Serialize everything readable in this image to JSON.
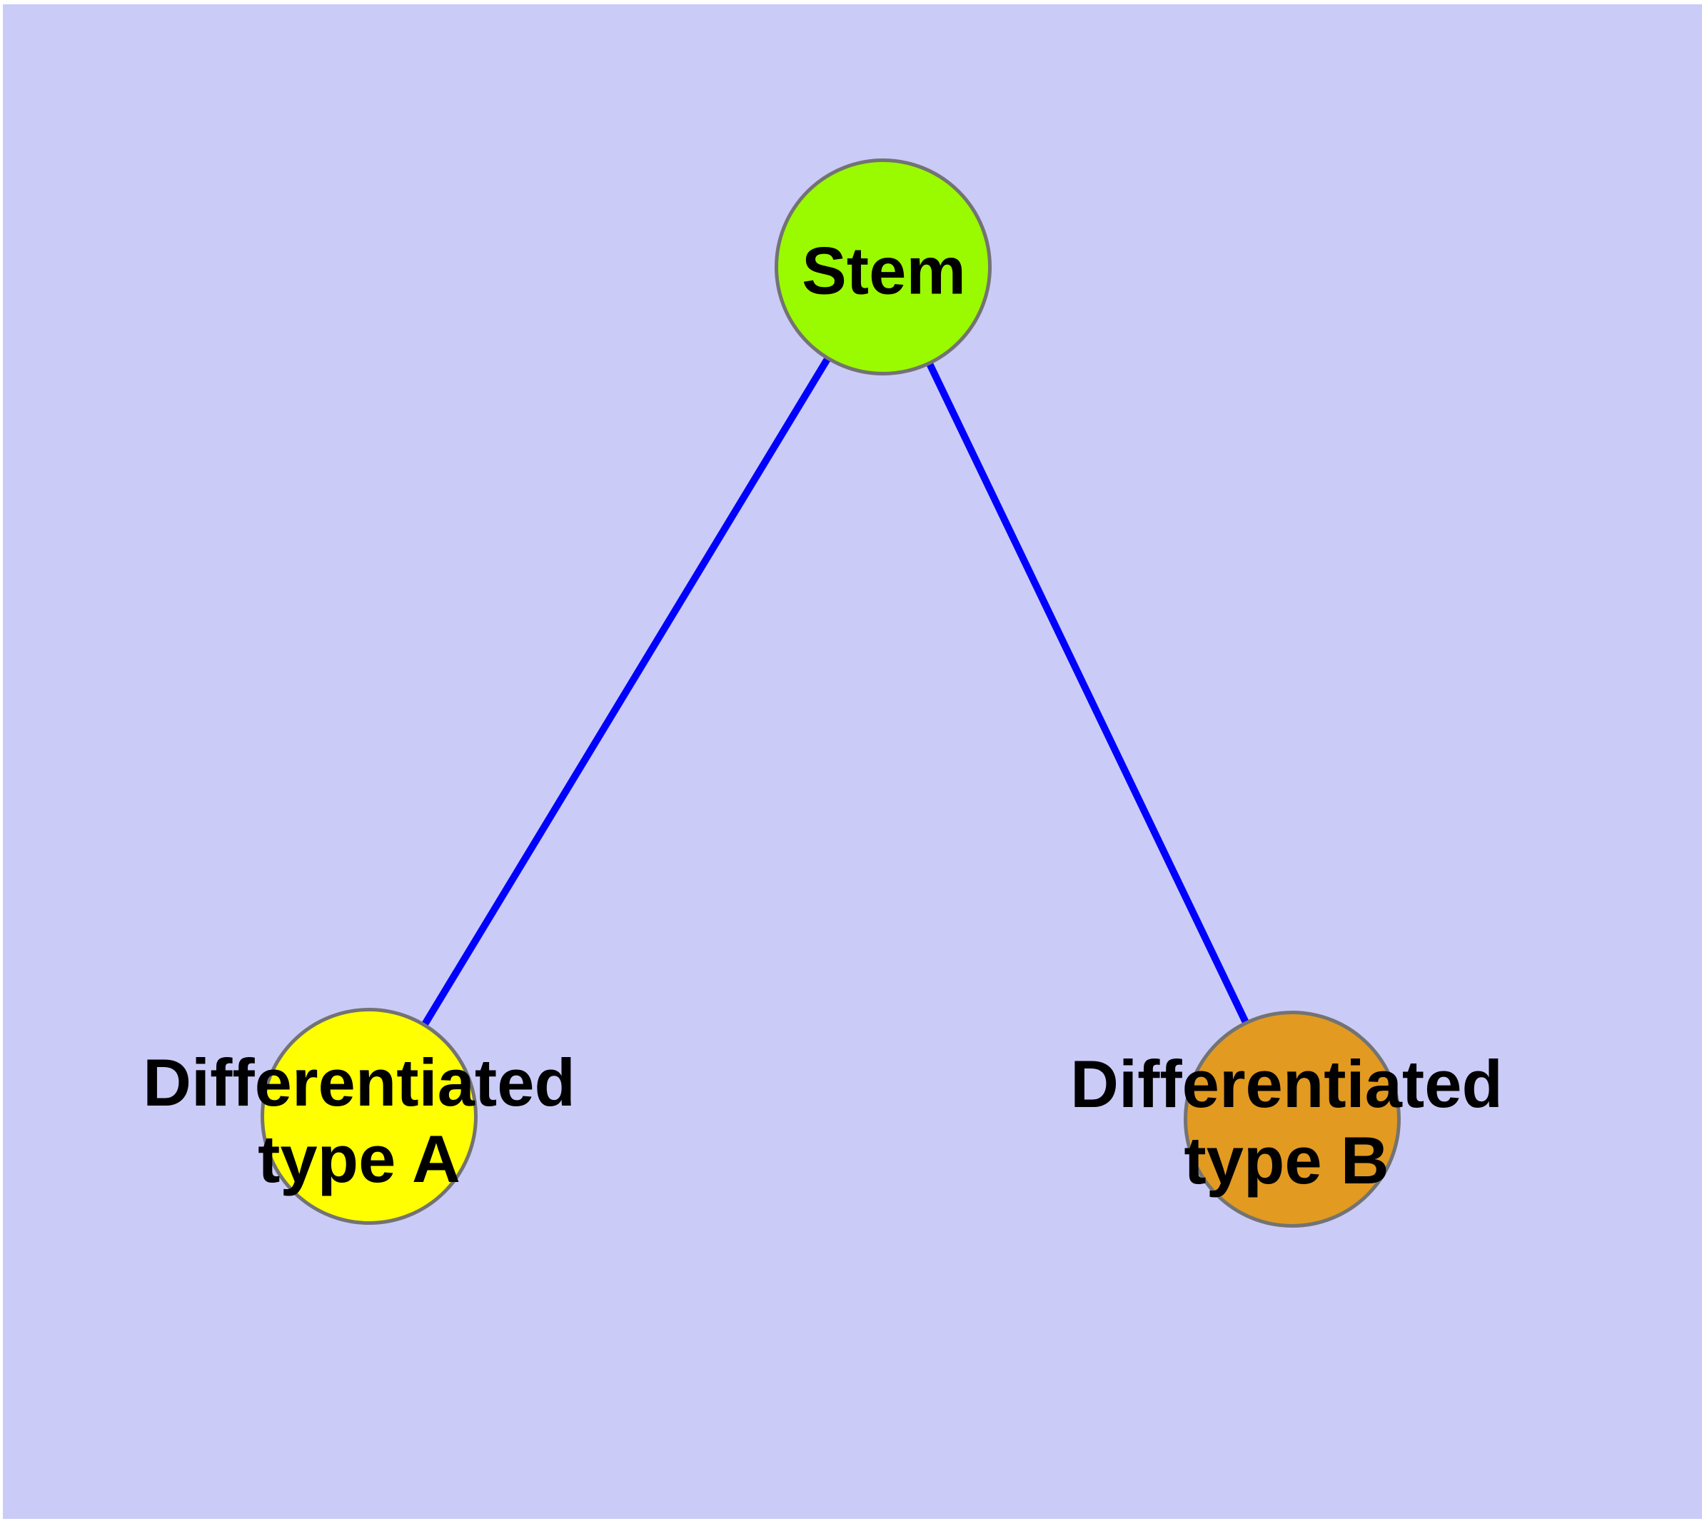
{
  "diagram": {
    "background_color": "#CBCBF8",
    "label_text_color": "#000000",
    "node_border_color": "#737373",
    "edge_color": "#0000FF",
    "nodes": [
      {
        "id": "stem",
        "label": "Stem",
        "lines": [
          "Stem"
        ],
        "fill_color": "#9AFA00"
      },
      {
        "id": "differentiated-type-a",
        "label": "Differentiated type A",
        "lines": [
          "Differentiated",
          "type A"
        ],
        "fill_color": "#FFFF00"
      },
      {
        "id": "differentiated-type-b",
        "label": "Differentiated type B",
        "lines": [
          "Differentiated",
          "type B"
        ],
        "fill_color": "#E29A20"
      }
    ],
    "edges": [
      {
        "from": "stem",
        "to": "differentiated-type-a",
        "color": "#0000FF"
      },
      {
        "from": "stem",
        "to": "differentiated-type-b",
        "color": "#0000FF"
      }
    ]
  }
}
